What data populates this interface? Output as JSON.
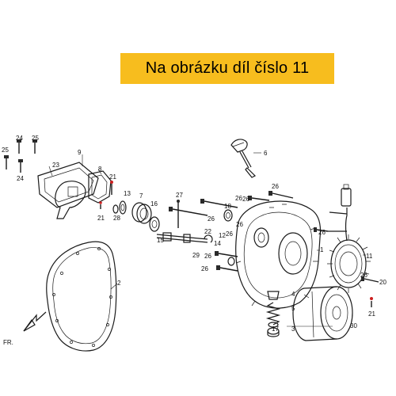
{
  "banner": {
    "text": "Na obrázku díl číslo 11"
  },
  "labels": {
    "1": "1",
    "2": "2",
    "3": "3",
    "4": "4",
    "5": "5",
    "6": "6",
    "7": "7",
    "8": "8",
    "9": "9",
    "11": "11",
    "12": "12",
    "13": "13",
    "14": "14",
    "15": "15",
    "16": "16",
    "17": "17",
    "18": "18",
    "20": "20",
    "21": "21",
    "22": "22",
    "23": "23",
    "24": "24",
    "25": "25",
    "26": "26",
    "27": "27",
    "28": "28",
    "29": "29",
    "30": "30"
  },
  "front_marker": "FR.",
  "colors": {
    "banner": "#f7bd1e",
    "accent_bolt_tip": "#cc1f1f",
    "ink": "#1a1a1a"
  }
}
